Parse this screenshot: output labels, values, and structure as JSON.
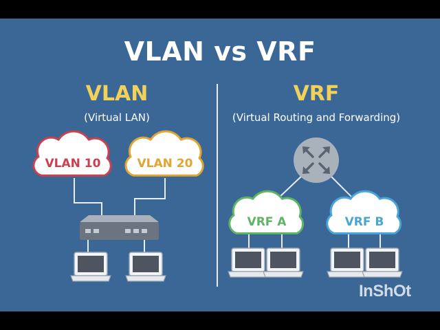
{
  "title": "VLAN vs VRF",
  "vlan": {
    "heading": "VLAN",
    "subheading": "(Virtual LAN)",
    "clouds": [
      {
        "label": "VLAN 10",
        "color": "#c9404f"
      },
      {
        "label": "VLAN 20",
        "color": "#e0a634"
      }
    ]
  },
  "vrf": {
    "heading": "VRF",
    "subheading": "(Virtual Routing and Forwarding)",
    "clouds": [
      {
        "label": "VRF A",
        "color": "#5fb364"
      },
      {
        "label": "VRF B",
        "color": "#4aa4d8"
      }
    ]
  },
  "colors": {
    "background": "#3a6796",
    "heading": "#f2d15a",
    "line": "#e9eef4"
  },
  "icons": {
    "switch": "network-switch-icon",
    "router": "router-icon",
    "laptop": "laptop-icon"
  },
  "watermark": "InShOt"
}
